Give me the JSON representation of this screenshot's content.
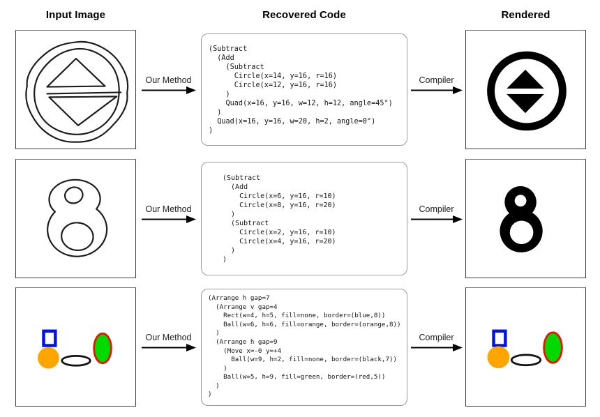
{
  "headers": {
    "input": "Input Image",
    "code": "Recovered Code",
    "rendered": "Rendered"
  },
  "arrows": {
    "method_label": "Our Method",
    "compiler_label": "Compiler"
  },
  "rows": [
    {
      "input_icon": "hand-drawn-circled-split-diamond-sketch",
      "code": "(Subtract\n  (Add\n    (Subtract\n      Circle(x=14, y=16, r=16)\n      Circle(x=12, y=16, r=16)\n    )\n    Quad(x=16, y=16, w=12, h=12, angle=45°)\n  )\n  Quad(x=16, y=16, w=20, h=2, angle=0°)\n)",
      "rendered_icon": "black-ring-with-split-diamond"
    },
    {
      "input_icon": "hand-drawn-figure-eight-outline-sketch",
      "code": "(Subtract\n  (Add\n    Circle(x=6, y=16, r=10)\n    Circle(x=8, y=16, r=20)\n  )\n  (Subtract\n    Circle(x=2, y=16, r=10)\n    Circle(x=4, y=16, r=20)\n  )\n)",
      "rendered_icon": "solid-black-figure-eight"
    },
    {
      "input_icon": "colored-shapes-arrangement-sketch",
      "code": "(Arrange h gap=7\n  (Arrange v gap=4\n    Rect(w=4, h=5, fill=none, border=(blue,8))\n    Ball(w=6, h=6, fill=orange, border=(orange,8))\n  )\n  (Arrange h gap=9\n    (Move x=-0 y=+4\n      Ball(w=9, h=2, fill=none, border=(black,7))\n    )\n    Ball(w=5, h=9, fill=green, border=(red,5))\n  )\n)",
      "rendered_icon": "colored-shapes-arrangement"
    }
  ],
  "colors": {
    "blue": "#0011ee",
    "orange": "#ffa500",
    "green": "#00d900",
    "red": "#ee1100",
    "black": "#111111"
  }
}
